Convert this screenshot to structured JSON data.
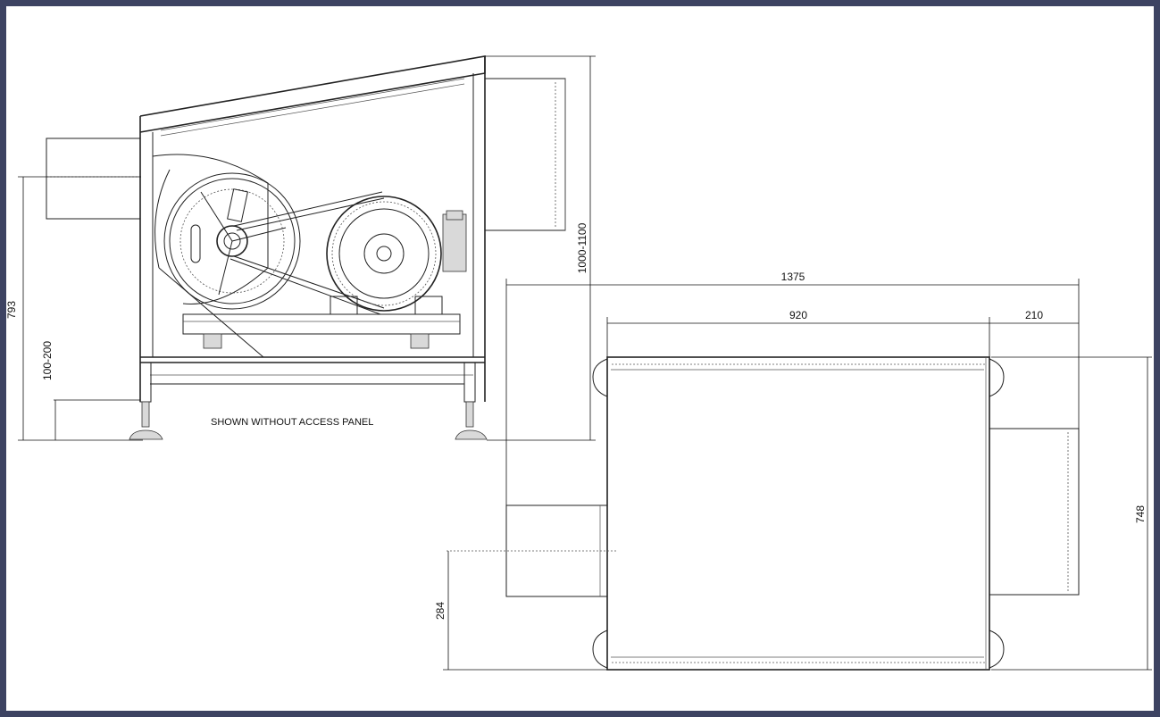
{
  "drawing": {
    "note": "SHOWN WITHOUT ACCESS PANEL",
    "frame_color": "#3d4362",
    "side_view": {
      "dim_total_height": "793",
      "dim_leg_height": "100-200",
      "dim_outlet_height": "1000-1100"
    },
    "plan_view": {
      "dim_overall_length": "1375",
      "dim_body_length": "920",
      "dim_outlet_length": "210",
      "dim_width": "748",
      "dim_inlet_offset": "284"
    }
  }
}
